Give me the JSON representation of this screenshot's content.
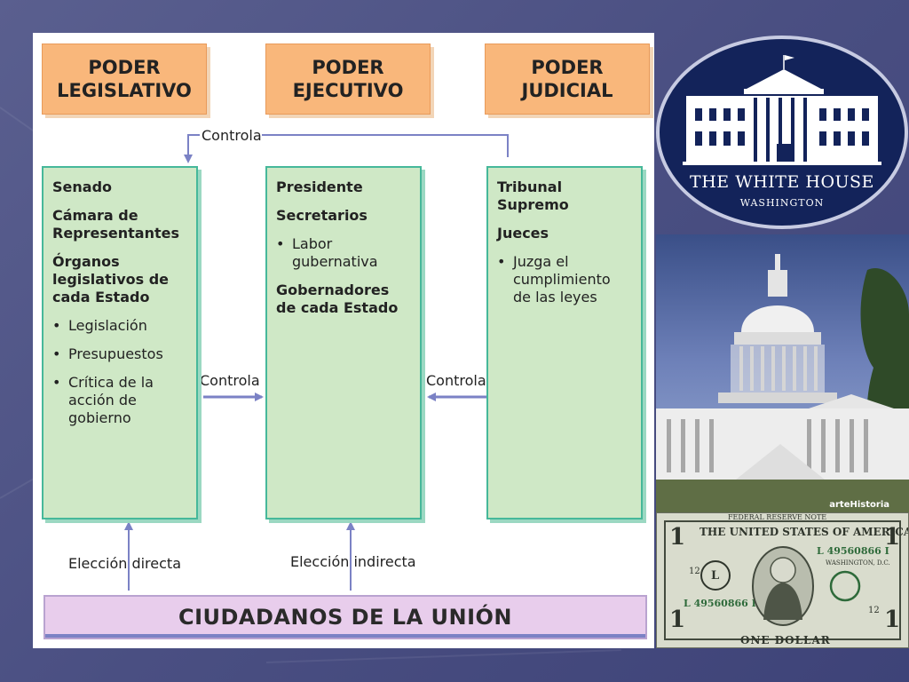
{
  "headers": {
    "legislativo": [
      "PODER",
      "LEGISLATIVO"
    ],
    "ejecutivo": [
      "PODER",
      "EJECUTIVO"
    ],
    "judicial": [
      "PODER",
      "JUDICIAL"
    ]
  },
  "legislativo": {
    "items": [
      "Senado",
      "Cámara de Representantes",
      "Órganos legislativos de cada Estado"
    ],
    "bullets": [
      "Legislación",
      "Presupuestos",
      "Crítica de la acción de gobierno"
    ]
  },
  "ejecutivo": {
    "items1": [
      "Presidente",
      "Secretarios"
    ],
    "bullets": [
      "Labor gubernativa"
    ],
    "items2": [
      "Gobernadores de cada Estado"
    ]
  },
  "judicial": {
    "items": [
      "Tribunal Supremo",
      "Jueces"
    ],
    "bullets": [
      "Juzga el cumplimiento de las leyes"
    ]
  },
  "labels": {
    "controla_top": "Controla",
    "controla_left": "Controla",
    "controla_right": "Controla",
    "eleccion_directa": "Elección directa",
    "eleccion_indirecta": "Elección indirecta"
  },
  "citizens": "CIUDADANOS DE LA UNIÓN",
  "white_house": {
    "title": "THE WHITE HOUSE",
    "subtitle": "WASHINGTON"
  },
  "capitol_credit": "arteHistoria",
  "bill": {
    "top": "FEDERAL RESERVE NOTE",
    "country": "THE UNITED STATES OF AMERICA",
    "serial": "L 49560866 I",
    "denomination": "ONE DOLLAR",
    "corner": "1",
    "corner_sm": "12",
    "letter": "L",
    "city": "WASHINGTON, D.C."
  },
  "colors": {
    "header_fill": "#f9b77b",
    "box_fill": "#cfe8c6",
    "box_border": "#46b89a",
    "arrow": "#7b82c5",
    "citizens_fill": "#e8cdec",
    "seal_navy": "#13235a"
  }
}
